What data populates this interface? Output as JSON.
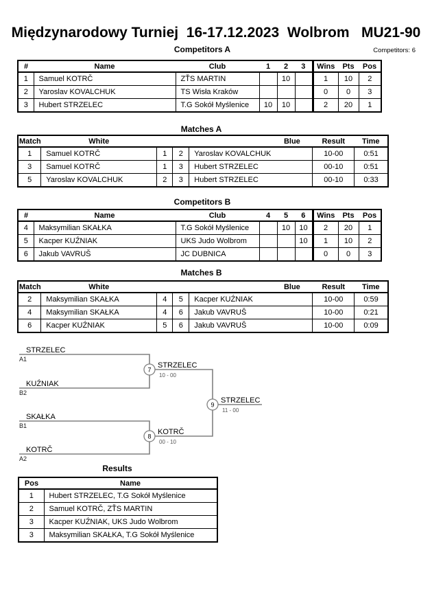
{
  "header": {
    "title": "Międzynarodowy Turniej  16-17.12.2023  Wolbrom   MU21-90",
    "competitors_count": "Competitors: 6"
  },
  "colors": {
    "bracket_line": "#808080",
    "border": "#000000"
  },
  "competitors_a": {
    "title": "Competitors A",
    "headers": [
      "#",
      "Name",
      "Club",
      "1",
      "2",
      "3",
      "Wins",
      "Pts",
      "Pos"
    ],
    "rows": [
      [
        "1",
        "Samuel KOTRČ",
        "ZŤS MARTIN",
        "",
        "10",
        "",
        "1",
        "10",
        "2"
      ],
      [
        "2",
        "Yaroslav KOVALCHUK",
        "TS Wisła Kraków",
        "",
        "",
        "",
        "0",
        "0",
        "3"
      ],
      [
        "3",
        "Hubert STRZELEC",
        "T.G Sokół Myślenice",
        "10",
        "10",
        "",
        "2",
        "20",
        "1"
      ]
    ]
  },
  "matches_a": {
    "title": "Matches A",
    "headers": [
      "Match",
      "White",
      "",
      "",
      "Blue",
      "Result",
      "Time"
    ],
    "rows": [
      [
        "1",
        "Samuel KOTRČ",
        "1",
        "2",
        "Yaroslav KOVALCHUK",
        "10-00",
        "0:51"
      ],
      [
        "3",
        "Samuel KOTRČ",
        "1",
        "3",
        "Hubert STRZELEC",
        "00-10",
        "0:51"
      ],
      [
        "5",
        "Yaroslav KOVALCHUK",
        "2",
        "3",
        "Hubert STRZELEC",
        "00-10",
        "0:33"
      ]
    ]
  },
  "competitors_b": {
    "title": "Competitors B",
    "headers": [
      "#",
      "Name",
      "Club",
      "4",
      "5",
      "6",
      "Wins",
      "Pts",
      "Pos"
    ],
    "rows": [
      [
        "4",
        "Maksymilian SKAŁKA",
        "T.G Sokół Myślenice",
        "",
        "10",
        "10",
        "2",
        "20",
        "1"
      ],
      [
        "5",
        "Kacper KUŹNIAK",
        "UKS Judo Wolbrom",
        "",
        "",
        "10",
        "1",
        "10",
        "2"
      ],
      [
        "6",
        "Jakub VAVRUŠ",
        "JC DUBNICA",
        "",
        "",
        "",
        "0",
        "0",
        "3"
      ]
    ]
  },
  "matches_b": {
    "title": "Matches B",
    "headers": [
      "Match",
      "White",
      "",
      "",
      "Blue",
      "Result",
      "Time"
    ],
    "rows": [
      [
        "2",
        "Maksymilian SKAŁKA",
        "4",
        "5",
        "Kacper KUŹNIAK",
        "10-00",
        "0:59"
      ],
      [
        "4",
        "Maksymilian SKAŁKA",
        "4",
        "6",
        "Jakub VAVRUŠ",
        "10-00",
        "0:21"
      ],
      [
        "6",
        "Kacper KUŹNIAK",
        "5",
        "6",
        "Jakub VAVRUŠ",
        "10-00",
        "0:09"
      ]
    ]
  },
  "bracket": {
    "slots": [
      {
        "name": "STRZELEC",
        "seed": "A1"
      },
      {
        "name": "KUŹNIAK",
        "seed": "B2"
      },
      {
        "name": "SKAŁKA",
        "seed": "B1"
      },
      {
        "name": "KOTRČ",
        "seed": "A2"
      }
    ],
    "matches": [
      {
        "number": "7",
        "winner": "STRZELEC",
        "score": "10 - 00"
      },
      {
        "number": "8",
        "winner": "KOTRČ",
        "score": "00 - 10"
      },
      {
        "number": "9",
        "winner": "STRZELEC",
        "score": "11 - 00"
      }
    ]
  },
  "results": {
    "title": "Results",
    "headers": [
      "Pos",
      "Name"
    ],
    "rows": [
      [
        "1",
        "Hubert STRZELEC, T.G Sokół Myślenice"
      ],
      [
        "2",
        "Samuel KOTRČ, ZŤS MARTIN"
      ],
      [
        "3",
        "Kacper KUŹNIAK, UKS Judo Wolbrom"
      ],
      [
        "3",
        "Maksymilian SKAŁKA, T.G Sokół Myślenice"
      ]
    ]
  }
}
